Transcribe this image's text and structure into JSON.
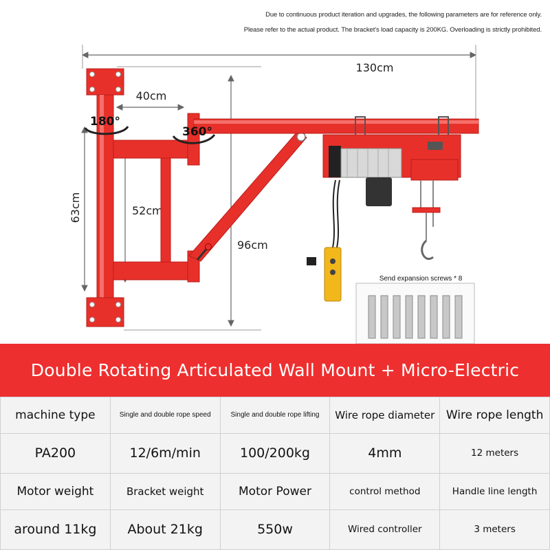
{
  "notices": {
    "line1": "Due to continuous product iteration and upgrades, the following parameters are for reference only.",
    "line2": "Please refer to the actual product. The bracket's load capacity is 200KG. Overloading is strictly prohibited."
  },
  "diagram": {
    "dim_total_width": "130cm",
    "dim_arm_offset": "40cm",
    "rotation_pole": "180°",
    "rotation_arm": "360°",
    "dim_pole_height": "63cm",
    "dim_inner_height": "52cm",
    "dim_total_height": "96cm",
    "screws_caption": "Send expansion screws * 8"
  },
  "colors": {
    "brand_red": "#ee2f2f",
    "frame_red": "#e8302a",
    "table_bg": "#f3f3f3"
  },
  "banner": {
    "title": "Double Rotating Articulated Wall Mount + Micro-Electric"
  },
  "specs": {
    "row1": [
      "machine type",
      "Single and double rope speed",
      "Single and double rope lifting",
      "Wire rope diameter",
      "Wire rope length"
    ],
    "row2": [
      "PA200",
      "12/6m/min",
      "100/200kg",
      "4mm",
      "12 meters"
    ],
    "row3": [
      "Motor weight",
      "Bracket weight",
      "Motor Power",
      "control method",
      "Handle line length"
    ],
    "row4": [
      "around 11kg",
      "About 21kg",
      "550w",
      "Wired controller",
      "3 meters"
    ]
  }
}
